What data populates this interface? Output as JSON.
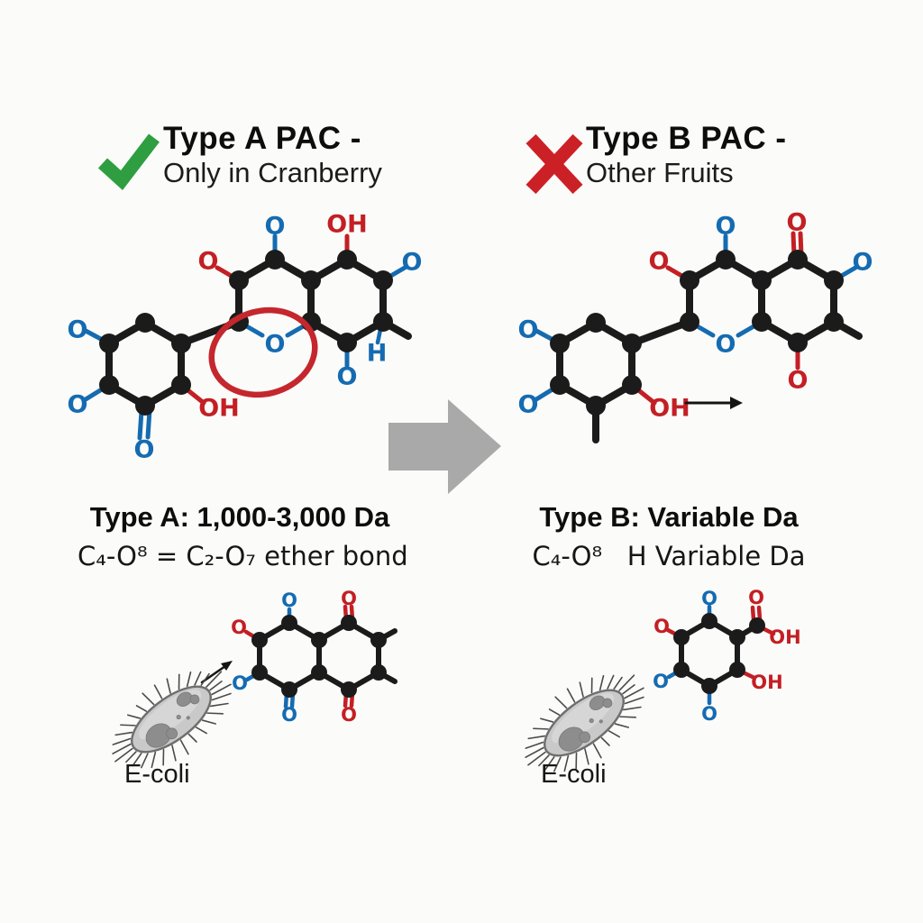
{
  "header_left": {
    "title": "Type A PAC -",
    "subtitle": "Only in Cranberry",
    "icon": "check"
  },
  "header_right": {
    "title": "Type B PAC -",
    "subtitle": "Other Fruits",
    "icon": "cross"
  },
  "stats_left": {
    "title": "Type A: 1,000-3,000 Da",
    "formula": "C₄-O⁸ = C₂-O₇ ether bond"
  },
  "stats_right": {
    "title": "Type B: Variable Da",
    "formula": "C₄-O⁸   H Variable Da"
  },
  "ecoli_left": {
    "label": "E-coli"
  },
  "ecoli_right": {
    "label": "E-coli"
  },
  "atoms": {
    "oxygen": "O",
    "hydroxyl": "OH",
    "hydrogen": "H"
  },
  "colors": {
    "bond_black": "#1b1b1b",
    "oxygen_blue": "#156bb1",
    "oxygen_red": "#c31f24",
    "highlight_ellipse_red": "#c4272d",
    "check_green": "#2f9e41",
    "cross_red": "#cc2027",
    "block_arrow_gray": "#a9a9a9",
    "bacteria_gray": "#c9c9c9",
    "background": "#fbfbf9"
  }
}
